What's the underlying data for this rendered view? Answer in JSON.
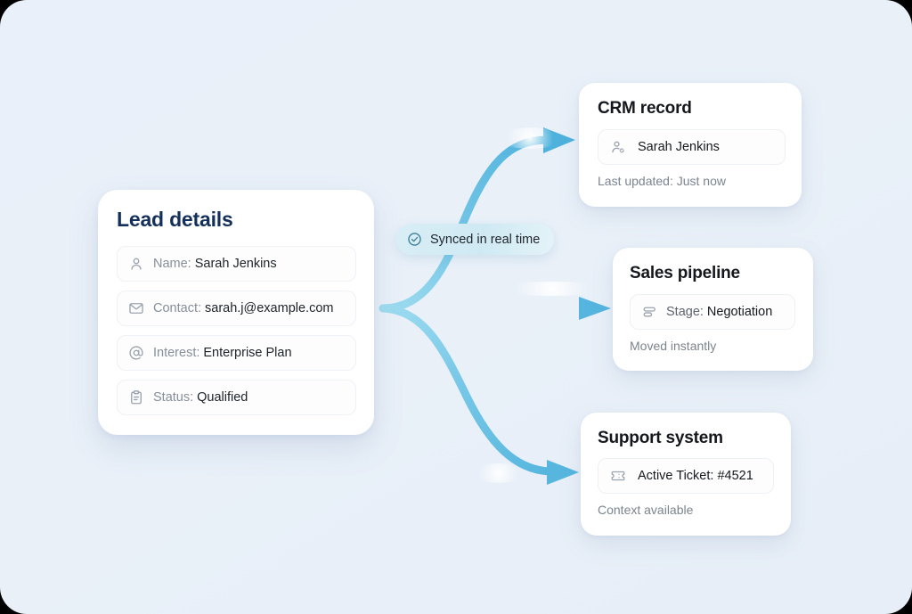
{
  "canvas": {
    "background_color": "#eaf0f9",
    "accent_color": "#62bfe4",
    "title_color": "#14305a"
  },
  "lead_card": {
    "title": "Lead details",
    "rows": [
      {
        "icon": "user-icon",
        "label": "Name:",
        "value": "Sarah Jenkins"
      },
      {
        "icon": "envelope-icon",
        "label": "Contact:",
        "value": "sarah.j@example.com"
      },
      {
        "icon": "at-sign-icon",
        "label": "Interest:",
        "value": "Enterprise Plan"
      },
      {
        "icon": "clipboard-icon",
        "label": "Status:",
        "value": "Qualified"
      }
    ]
  },
  "sync_badge": {
    "icon": "check-circle-icon",
    "text": "Synced in real time"
  },
  "targets": [
    {
      "title": "CRM record",
      "pill_icon": "user-check-icon",
      "pill_label": "",
      "pill_value": "Sarah Jenkins",
      "note": "Last updated: Just now"
    },
    {
      "title": "Sales pipeline",
      "pill_icon": "kanban-icon",
      "pill_label": "Stage:",
      "pill_value": "Negotiation",
      "note": "Moved instantly"
    },
    {
      "title": "Support system",
      "pill_icon": "ticket-icon",
      "pill_label": "",
      "pill_value": "Active Ticket: #4521",
      "note": "Context available"
    }
  ],
  "connectors": [
    {
      "name": "lead-to-crm",
      "style": "curve-up"
    },
    {
      "name": "lead-to-pipeline",
      "style": "straight"
    },
    {
      "name": "lead-to-support",
      "style": "curve-down"
    }
  ]
}
